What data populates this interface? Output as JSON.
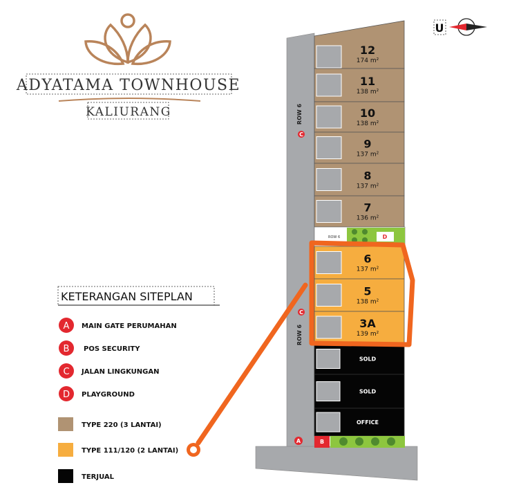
{
  "brand": {
    "name": "ADYATAMA TOWNHOUSE",
    "location": "KALIURANG"
  },
  "compass": {
    "label": "U"
  },
  "road_label": "ROW 6",
  "colors": {
    "type_220": "#b09373",
    "type_111": "#f6ad3f",
    "sold": "#050505",
    "road": "#a7a9ac",
    "marker": "#e3282f",
    "highlight": "#f0661f",
    "garden": "#8dc63f",
    "logo": "#b9845a"
  },
  "legend": {
    "title": "KETERANGAN SITEPLAN",
    "markers": [
      {
        "key": "A",
        "label": "MAIN GATE PERUMAHAN"
      },
      {
        "key": "B",
        "label": "POS SECURITY"
      },
      {
        "key": "C",
        "label": "JALAN LINGKUNGAN"
      },
      {
        "key": "D",
        "label": "PLAYGROUND"
      }
    ],
    "types": [
      {
        "label": "TYPE 220 (3 LANTAI)"
      },
      {
        "label": "TYPE 111/120 (2 LANTAI)"
      },
      {
        "label": "TERJUAL"
      }
    ]
  },
  "units": [
    {
      "num": "12",
      "area": "174 m²",
      "type": "type_220"
    },
    {
      "num": "11",
      "area": "138 m²",
      "type": "type_220"
    },
    {
      "num": "10",
      "area": "138 m²",
      "type": "type_220"
    },
    {
      "num": "9",
      "area": "137 m²",
      "type": "type_220"
    },
    {
      "num": "8",
      "area": "137 m²",
      "type": "type_220"
    },
    {
      "num": "7",
      "area": "136 m²",
      "type": "type_220"
    },
    {
      "num": "6",
      "area": "137 m²",
      "type": "type_111"
    },
    {
      "num": "5",
      "area": "138 m²",
      "type": "type_111"
    },
    {
      "num": "3A",
      "area": "139 m²",
      "type": "type_111"
    }
  ],
  "sold_labels": [
    "SOLD",
    "SOLD",
    "OFFICE"
  ],
  "map_markers": {
    "c_top": "C",
    "c_mid": "C",
    "d": "D",
    "a": "A",
    "b": "B"
  },
  "small_road_label": "ROW 6"
}
